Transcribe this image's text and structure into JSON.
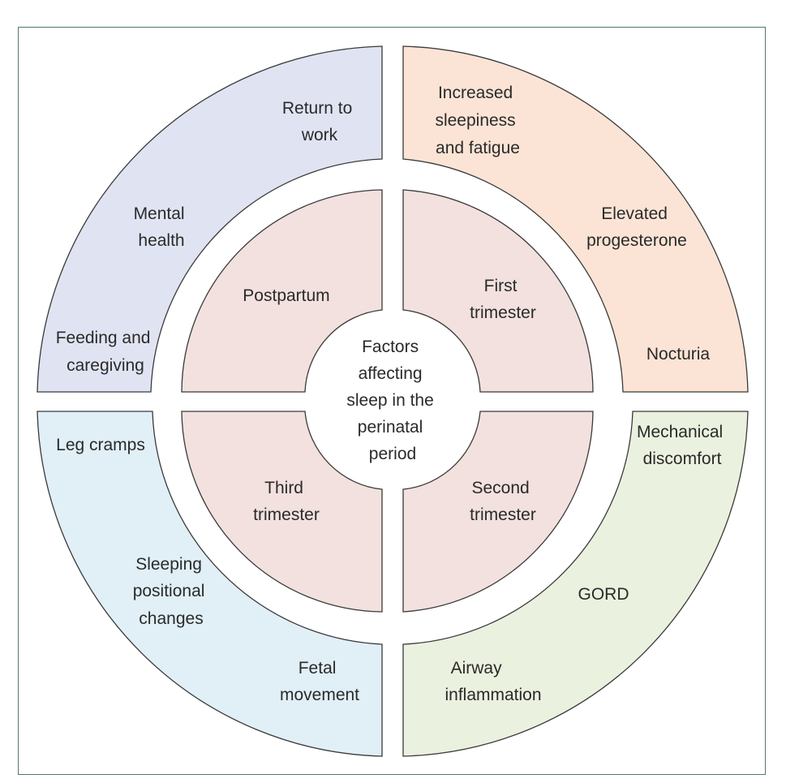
{
  "center": {
    "lines": [
      "Factors",
      "affecting",
      "sleep in the",
      "perinatal",
      "period"
    ]
  },
  "inner": [
    {
      "id": "postpartum",
      "lines": [
        "Postpartum"
      ]
    },
    {
      "id": "first",
      "lines": [
        "First",
        "trimester"
      ]
    },
    {
      "id": "second",
      "lines": [
        "Second",
        "trimester"
      ]
    },
    {
      "id": "third",
      "lines": [
        "Third",
        "trimester"
      ]
    }
  ],
  "outer": [
    {
      "id": "postpartum",
      "color": "#e0e4f2",
      "factors": [
        {
          "lines": [
            "Return to",
            "work"
          ]
        },
        {
          "lines": [
            "Mental",
            "health"
          ]
        },
        {
          "lines": [
            "Feeding and",
            "caregiving"
          ]
        }
      ]
    },
    {
      "id": "first",
      "color": "#fbe4d5",
      "factors": [
        {
          "lines": [
            "Increased",
            "sleepiness",
            "and fatigue"
          ]
        },
        {
          "lines": [
            "Elevated",
            "progesterone"
          ]
        },
        {
          "lines": [
            "Nocturia"
          ]
        }
      ]
    },
    {
      "id": "second",
      "color": "#ebf1df",
      "factors": [
        {
          "lines": [
            "Mechanical",
            "discomfort"
          ]
        },
        {
          "lines": [
            "GORD"
          ]
        },
        {
          "lines": [
            "Airway",
            "inflammation"
          ]
        }
      ]
    },
    {
      "id": "third",
      "color": "#e1eff7",
      "factors": [
        {
          "lines": [
            "Leg cramps"
          ]
        },
        {
          "lines": [
            "Sleeping",
            "positional",
            "changes"
          ]
        },
        {
          "lines": [
            "Fetal",
            "movement"
          ]
        }
      ]
    }
  ],
  "colors": {
    "inner_ring": "#f2e1de",
    "center": "#ffffff",
    "outline": "#3a3a3a",
    "frame": "#4f7a67"
  }
}
